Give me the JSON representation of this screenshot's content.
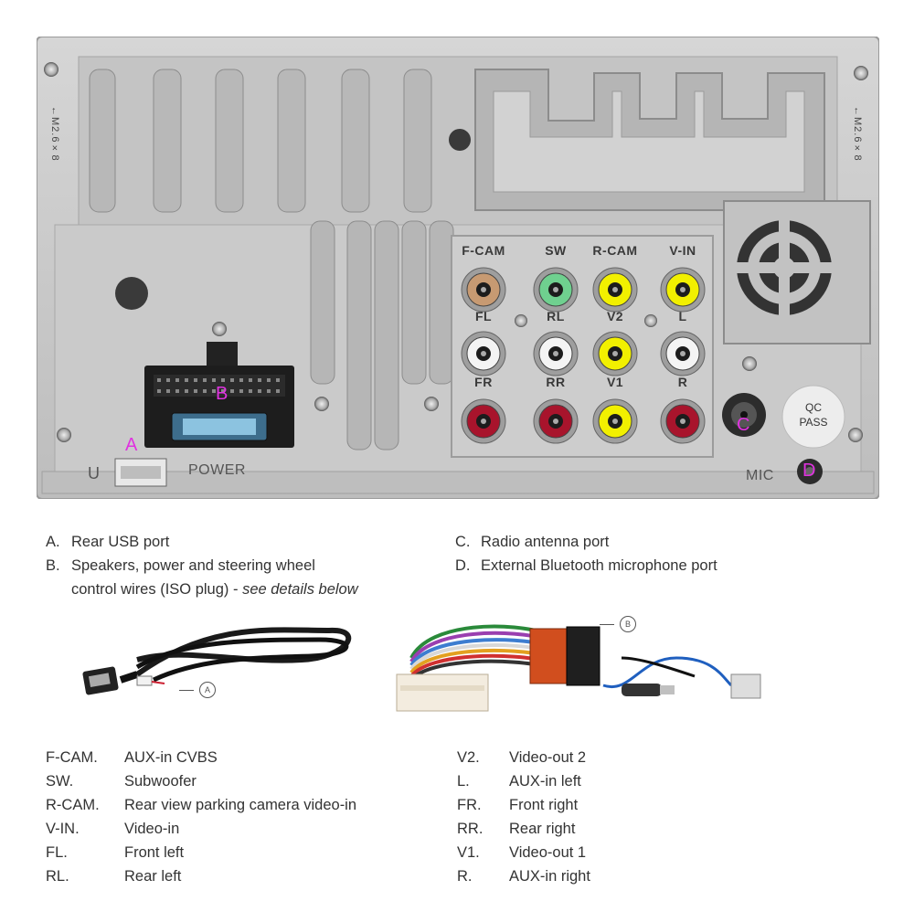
{
  "panel": {
    "left_side_label": "←M2.6×8",
    "right_side_label": "←M2.6×8",
    "usb_label": "U",
    "power_label": "POWER",
    "mic_label": "MIC",
    "qc_line1": "QC",
    "qc_line2": "PASS",
    "markers": {
      "a": "A",
      "b": "B",
      "c": "C",
      "d": "D"
    },
    "jack_rows": [
      [
        {
          "label": "F-CAM",
          "color": "#c79a72"
        },
        {
          "label": "SW",
          "color": "#6fd08f"
        },
        {
          "label": "R-CAM",
          "color": "#f2f000"
        },
        {
          "label": "V-IN",
          "color": "#f2f000"
        }
      ],
      [
        {
          "label": "FL",
          "color": "#f4f4f4"
        },
        {
          "label": "RL",
          "color": "#f4f4f4"
        },
        {
          "label": "V2",
          "color": "#f2f000"
        },
        {
          "label": "L",
          "color": "#f4f4f4"
        }
      ],
      [
        {
          "label": "FR",
          "color": "#a8142c"
        },
        {
          "label": "RR",
          "color": "#a8142c"
        },
        {
          "label": "V1",
          "color": "#f2f000"
        },
        {
          "label": "R",
          "color": "#a8142c"
        }
      ]
    ],
    "colors": {
      "marker": "#e032e0",
      "chassis": "#c9c9c9"
    }
  },
  "legend_left": {
    "items": [
      {
        "letter": "A.",
        "text": "Rear USB port"
      },
      {
        "letter": "B.",
        "text": "Speakers, power and steering wheel"
      }
    ],
    "continuation": "control wires (ISO plug) - ",
    "continuation_italic": "see details below"
  },
  "legend_right": {
    "items": [
      {
        "letter": "C.",
        "text": "Radio antenna port"
      },
      {
        "letter": "D.",
        "text": "External Bluetooth microphone port"
      }
    ]
  },
  "accessories": {
    "usb_cable_callout": "A",
    "harness_callout": "B"
  },
  "abbreviations_left": [
    {
      "code": "F-CAM.",
      "meaning": "AUX-in CVBS"
    },
    {
      "code": "SW.",
      "meaning": "Subwoofer"
    },
    {
      "code": "R-CAM.",
      "meaning": "Rear view parking camera video-in"
    },
    {
      "code": "V-IN.",
      "meaning": "Video-in"
    },
    {
      "code": "FL.",
      "meaning": "Front left"
    },
    {
      "code": "RL.",
      "meaning": "Rear left"
    }
  ],
  "abbreviations_right": [
    {
      "code": "V2.",
      "meaning": "Video-out 2"
    },
    {
      "code": "L.",
      "meaning": "AUX-in left"
    },
    {
      "code": "FR.",
      "meaning": "Front right"
    },
    {
      "code": "RR.",
      "meaning": "Rear right"
    },
    {
      "code": "V1.",
      "meaning": "Video-out 1"
    },
    {
      "code": "R.",
      "meaning": "AUX-in right"
    }
  ]
}
